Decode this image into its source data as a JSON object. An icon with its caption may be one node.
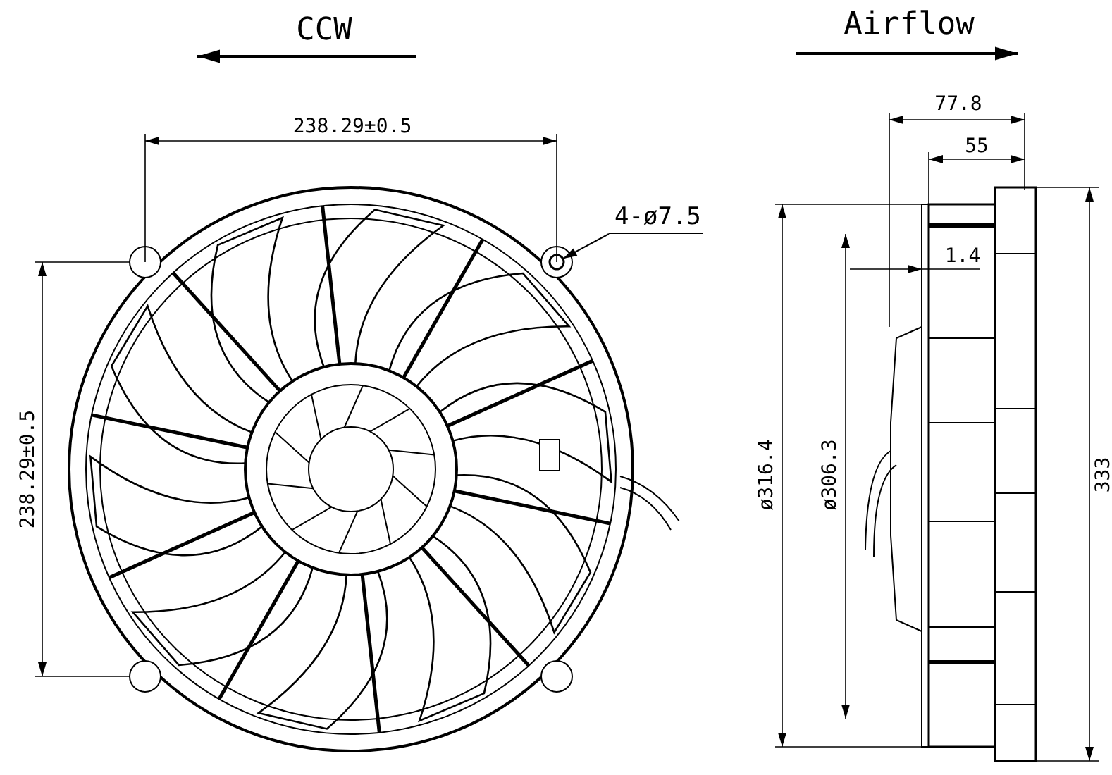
{
  "diagram": {
    "nodes": [
      {
        "text": [
          "4-ø7.5"
        ]
      },
      {
        "text": [],
        "shape": "circle"
      }
    ],
    "edges": [
      {
        "from": 0,
        "to": 1,
        "arrow": "to"
      }
    ],
    "labels": [
      "CCW",
      "Airflow",
      "238.29±0.5",
      "77.8",
      "55",
      "1.4",
      "238.29±0.5",
      "ø316.4",
      "ø306.3",
      "333"
    ]
  }
}
